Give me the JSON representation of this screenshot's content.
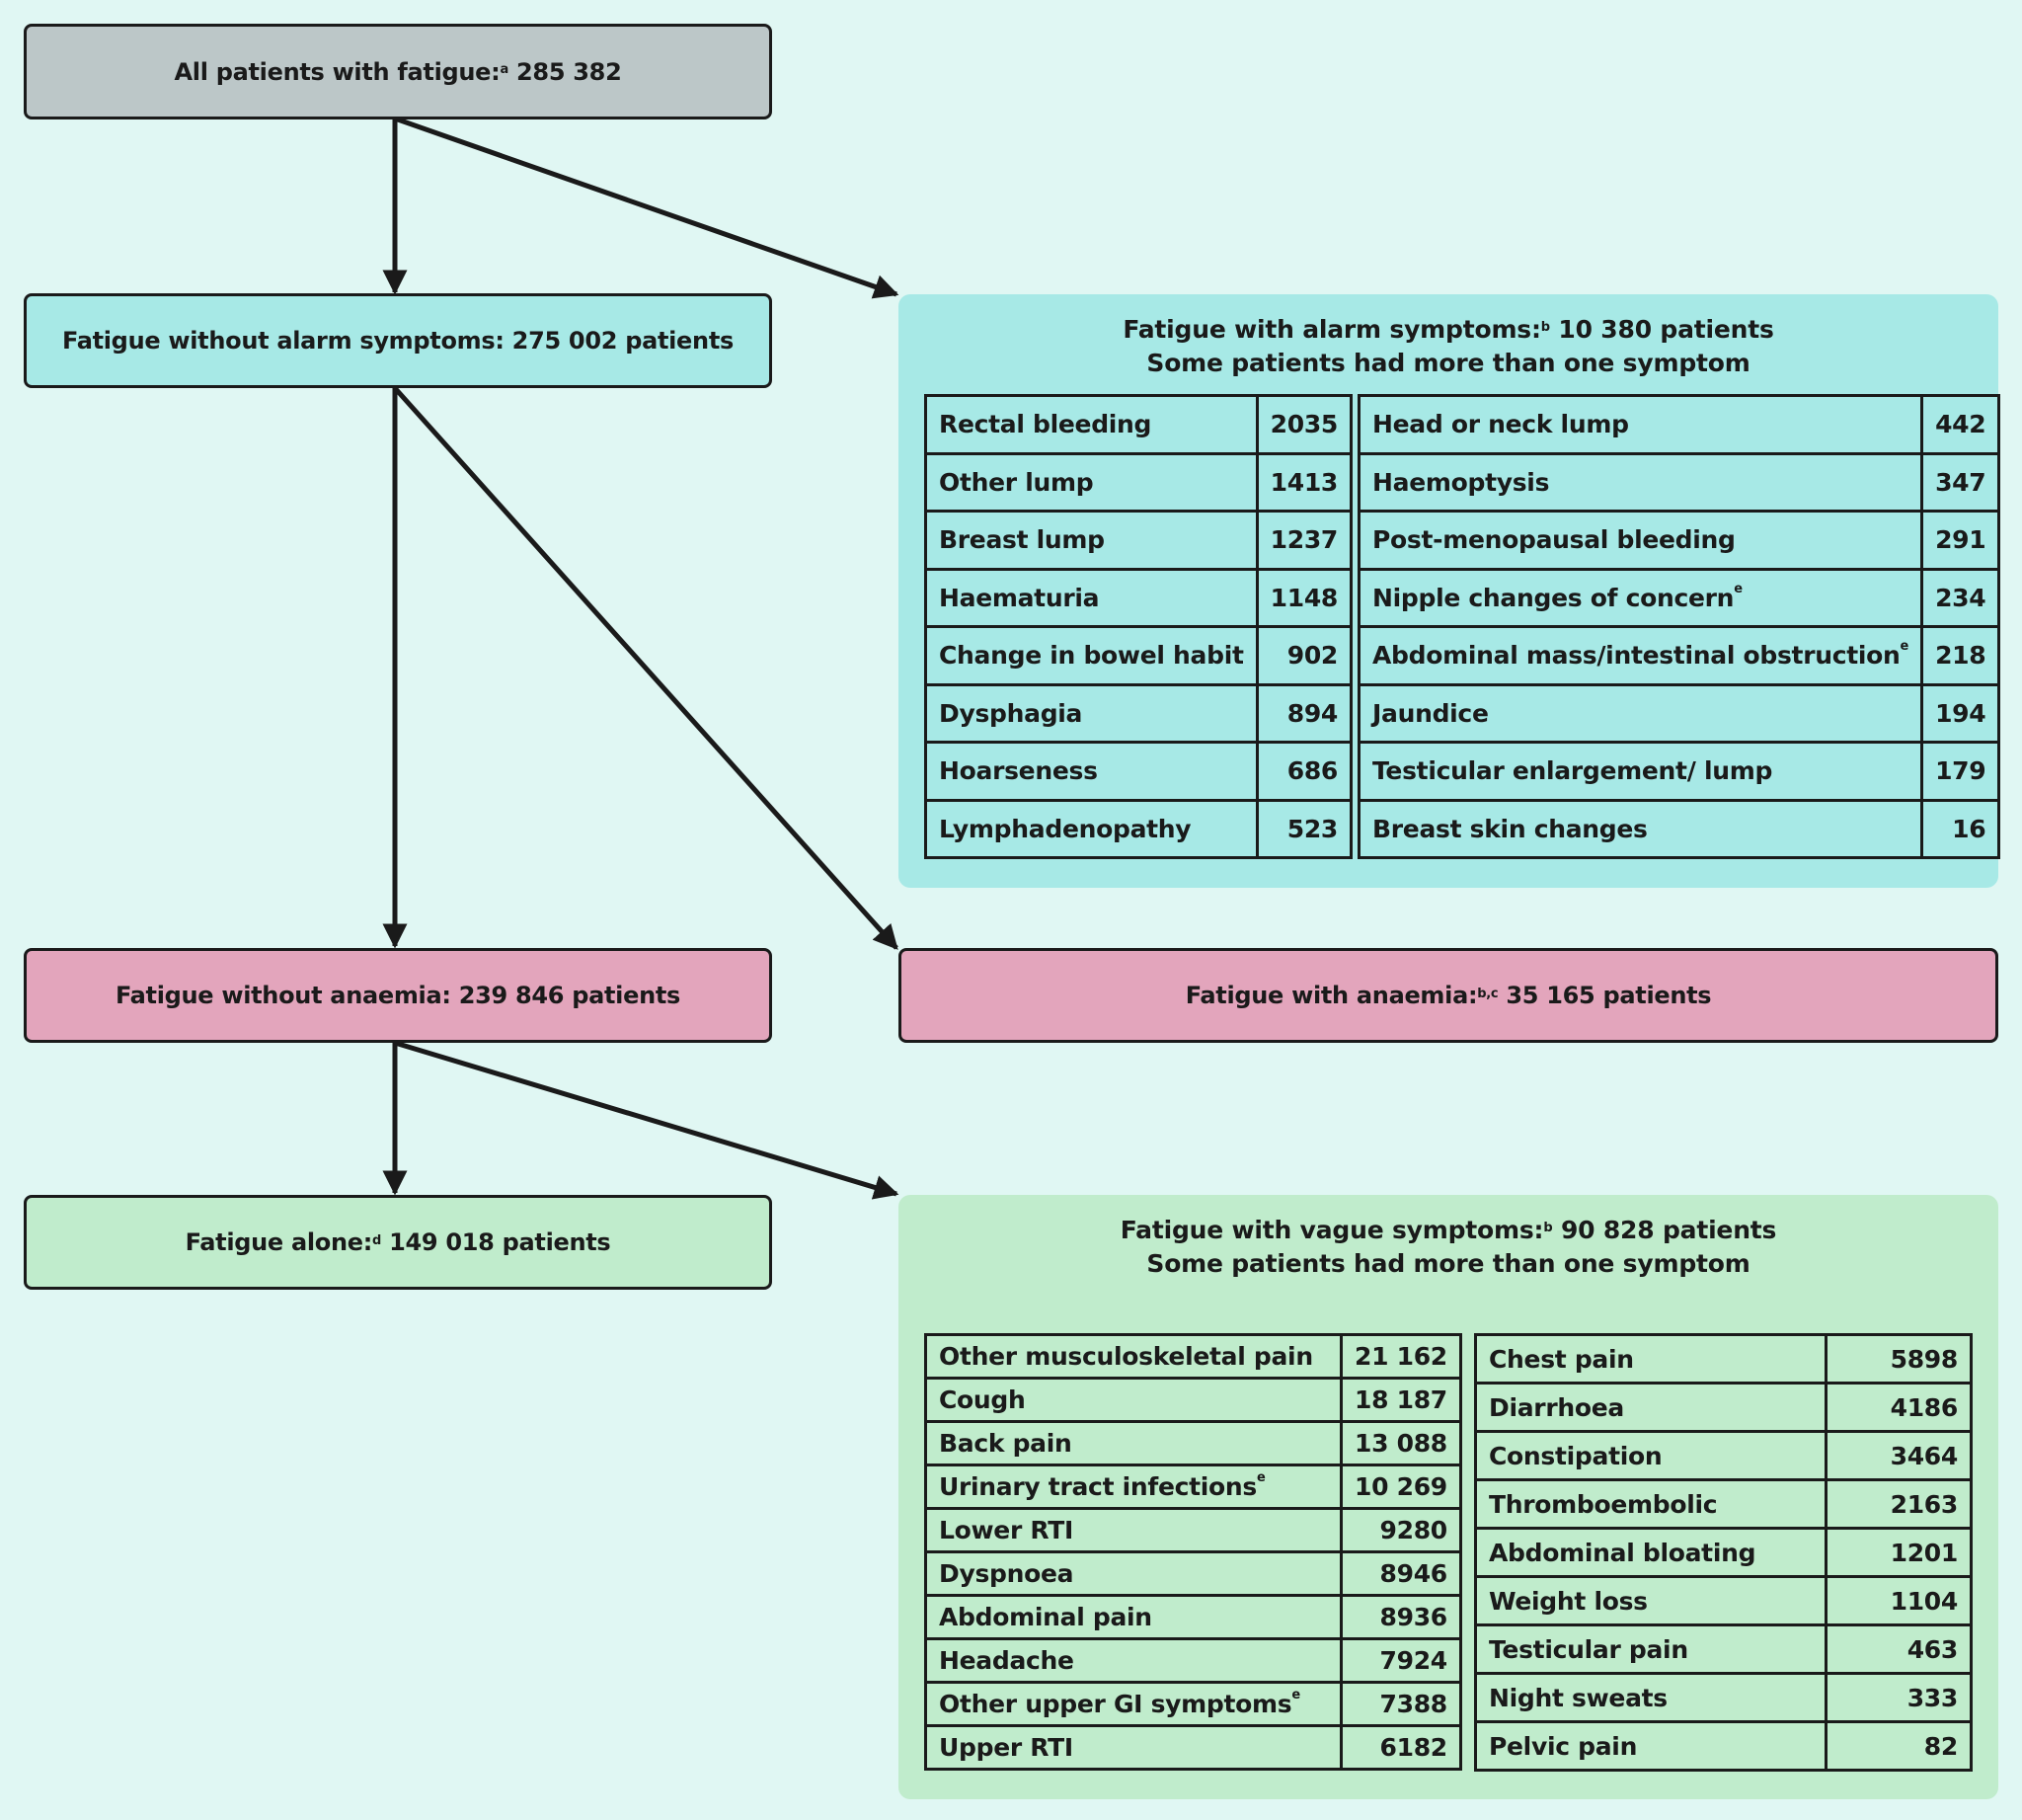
{
  "nodes": {
    "all": {
      "label": "All patients with fatigue:",
      "sup": "a",
      "value": "285 382"
    },
    "without_alarm": {
      "label": "Fatigue without alarm symptoms: 275 002 patients"
    },
    "with_alarm": {
      "label": "Fatigue with alarm symptoms:",
      "sup": "b",
      "value": "10 380 patients",
      "note": "Some patients had more than one symptom"
    },
    "without_anaemia": {
      "label": "Fatigue without anaemia: 239 846 patients"
    },
    "with_anaemia": {
      "label": "Fatigue with anaemia:",
      "sup": "b,c",
      "value": "35 165 patients"
    },
    "alone": {
      "label": "Fatigue alone:",
      "sup": "d",
      "value": "149 018 patients"
    },
    "with_vague": {
      "label": "Fatigue with vague symptoms:",
      "sup": "b",
      "value": "90 828 patients",
      "note": "Some patients had more than one symptom"
    }
  },
  "alarm_table": {
    "left": [
      {
        "name": "Rectal bleeding",
        "sup": "",
        "count": "2035"
      },
      {
        "name": "Other lump",
        "sup": "",
        "count": "1413"
      },
      {
        "name": "Breast lump",
        "sup": "",
        "count": "1237"
      },
      {
        "name": "Haematuria",
        "sup": "",
        "count": "1148"
      },
      {
        "name": "Change in bowel habit",
        "sup": "",
        "count": "902"
      },
      {
        "name": "Dysphagia",
        "sup": "",
        "count": "894"
      },
      {
        "name": "Hoarseness",
        "sup": "",
        "count": "686"
      },
      {
        "name": "Lymphadenopathy",
        "sup": "",
        "count": "523"
      }
    ],
    "right": [
      {
        "name": "Head or neck lump",
        "sup": "",
        "count": "442"
      },
      {
        "name": "Haemoptysis",
        "sup": "",
        "count": "347"
      },
      {
        "name": "Post-menopausal bleeding",
        "sup": "",
        "count": "291"
      },
      {
        "name": "Nipple changes of concern",
        "sup": "e",
        "count": "234"
      },
      {
        "name": "Abdominal mass/intestinal obstruction",
        "sup": "e",
        "count": "218"
      },
      {
        "name": "Jaundice",
        "sup": "",
        "count": "194"
      },
      {
        "name": "Testicular enlargement/ lump",
        "sup": "",
        "count": "179"
      },
      {
        "name": "Breast skin changes",
        "sup": "",
        "count": "16"
      }
    ]
  },
  "vague_table": {
    "left": [
      {
        "name": "Other musculoskeletal pain",
        "sup": "",
        "count": "21 162"
      },
      {
        "name": "Cough",
        "sup": "",
        "count": "18 187"
      },
      {
        "name": "Back pain",
        "sup": "",
        "count": "13 088"
      },
      {
        "name": "Urinary tract infections",
        "sup": "e",
        "count": "10 269"
      },
      {
        "name": "Lower RTI",
        "sup": "",
        "count": "9280"
      },
      {
        "name": "Dyspnoea",
        "sup": "",
        "count": "8946"
      },
      {
        "name": "Abdominal pain",
        "sup": "",
        "count": "8936"
      },
      {
        "name": "Headache",
        "sup": "",
        "count": "7924"
      },
      {
        "name": "Other upper GI symptoms",
        "sup": "e",
        "count": "7388"
      },
      {
        "name": "Upper RTI",
        "sup": "",
        "count": "6182"
      }
    ],
    "right": [
      {
        "name": "Chest pain",
        "sup": "",
        "count": "5898"
      },
      {
        "name": "Diarrhoea",
        "sup": "",
        "count": "4186"
      },
      {
        "name": "Constipation",
        "sup": "",
        "count": "3464"
      },
      {
        "name": "Thromboembolic",
        "sup": "",
        "count": "2163"
      },
      {
        "name": "Abdominal bloating",
        "sup": "",
        "count": "1201"
      },
      {
        "name": "Weight loss",
        "sup": "",
        "count": "1104"
      },
      {
        "name": "Testicular pain",
        "sup": "",
        "count": "463"
      },
      {
        "name": "Night sweats",
        "sup": "",
        "count": "333"
      },
      {
        "name": "Pelvic pain",
        "sup": "",
        "count": "82"
      }
    ]
  },
  "colors": {
    "background": "#e0f7f3",
    "gray": "#bcc7c8",
    "teal": "#a7e9e6",
    "pink": "#e3a5bc",
    "green": "#c0eccc",
    "line": "#1a1a1a"
  }
}
